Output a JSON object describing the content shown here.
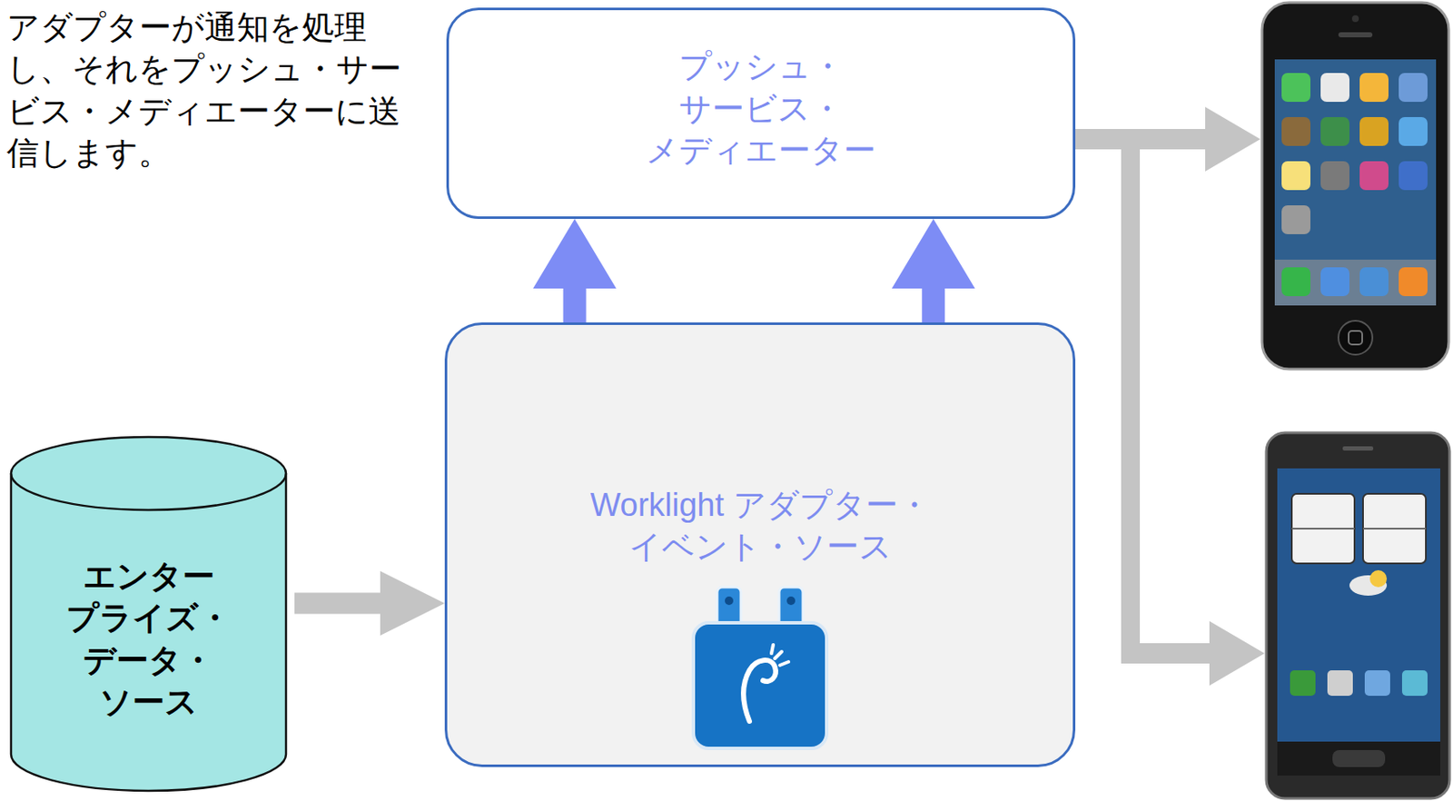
{
  "diagram": {
    "nodes": [
      {
        "text": [
          "プッシュ・ サービス・ メディエーター"
        ]
      },
      {
        "text": [
          "Worklight アダプター・ イベント・ソース"
        ]
      },
      {
        "text": [
          "エンター プライズ・ データ・ ソース"
        ]
      }
    ],
    "edges": [
      {
        "from": 2,
        "to": 1,
        "arrow": "to"
      },
      {
        "from": 1,
        "to": 0,
        "arrow": "to"
      },
      {
        "from": 1,
        "to": 0,
        "arrow": "to"
      }
    ],
    "labels": [
      "アダプターが通知を処理し、それをプッシュ・サービス・メディエーターに送信します。"
    ]
  }
}
